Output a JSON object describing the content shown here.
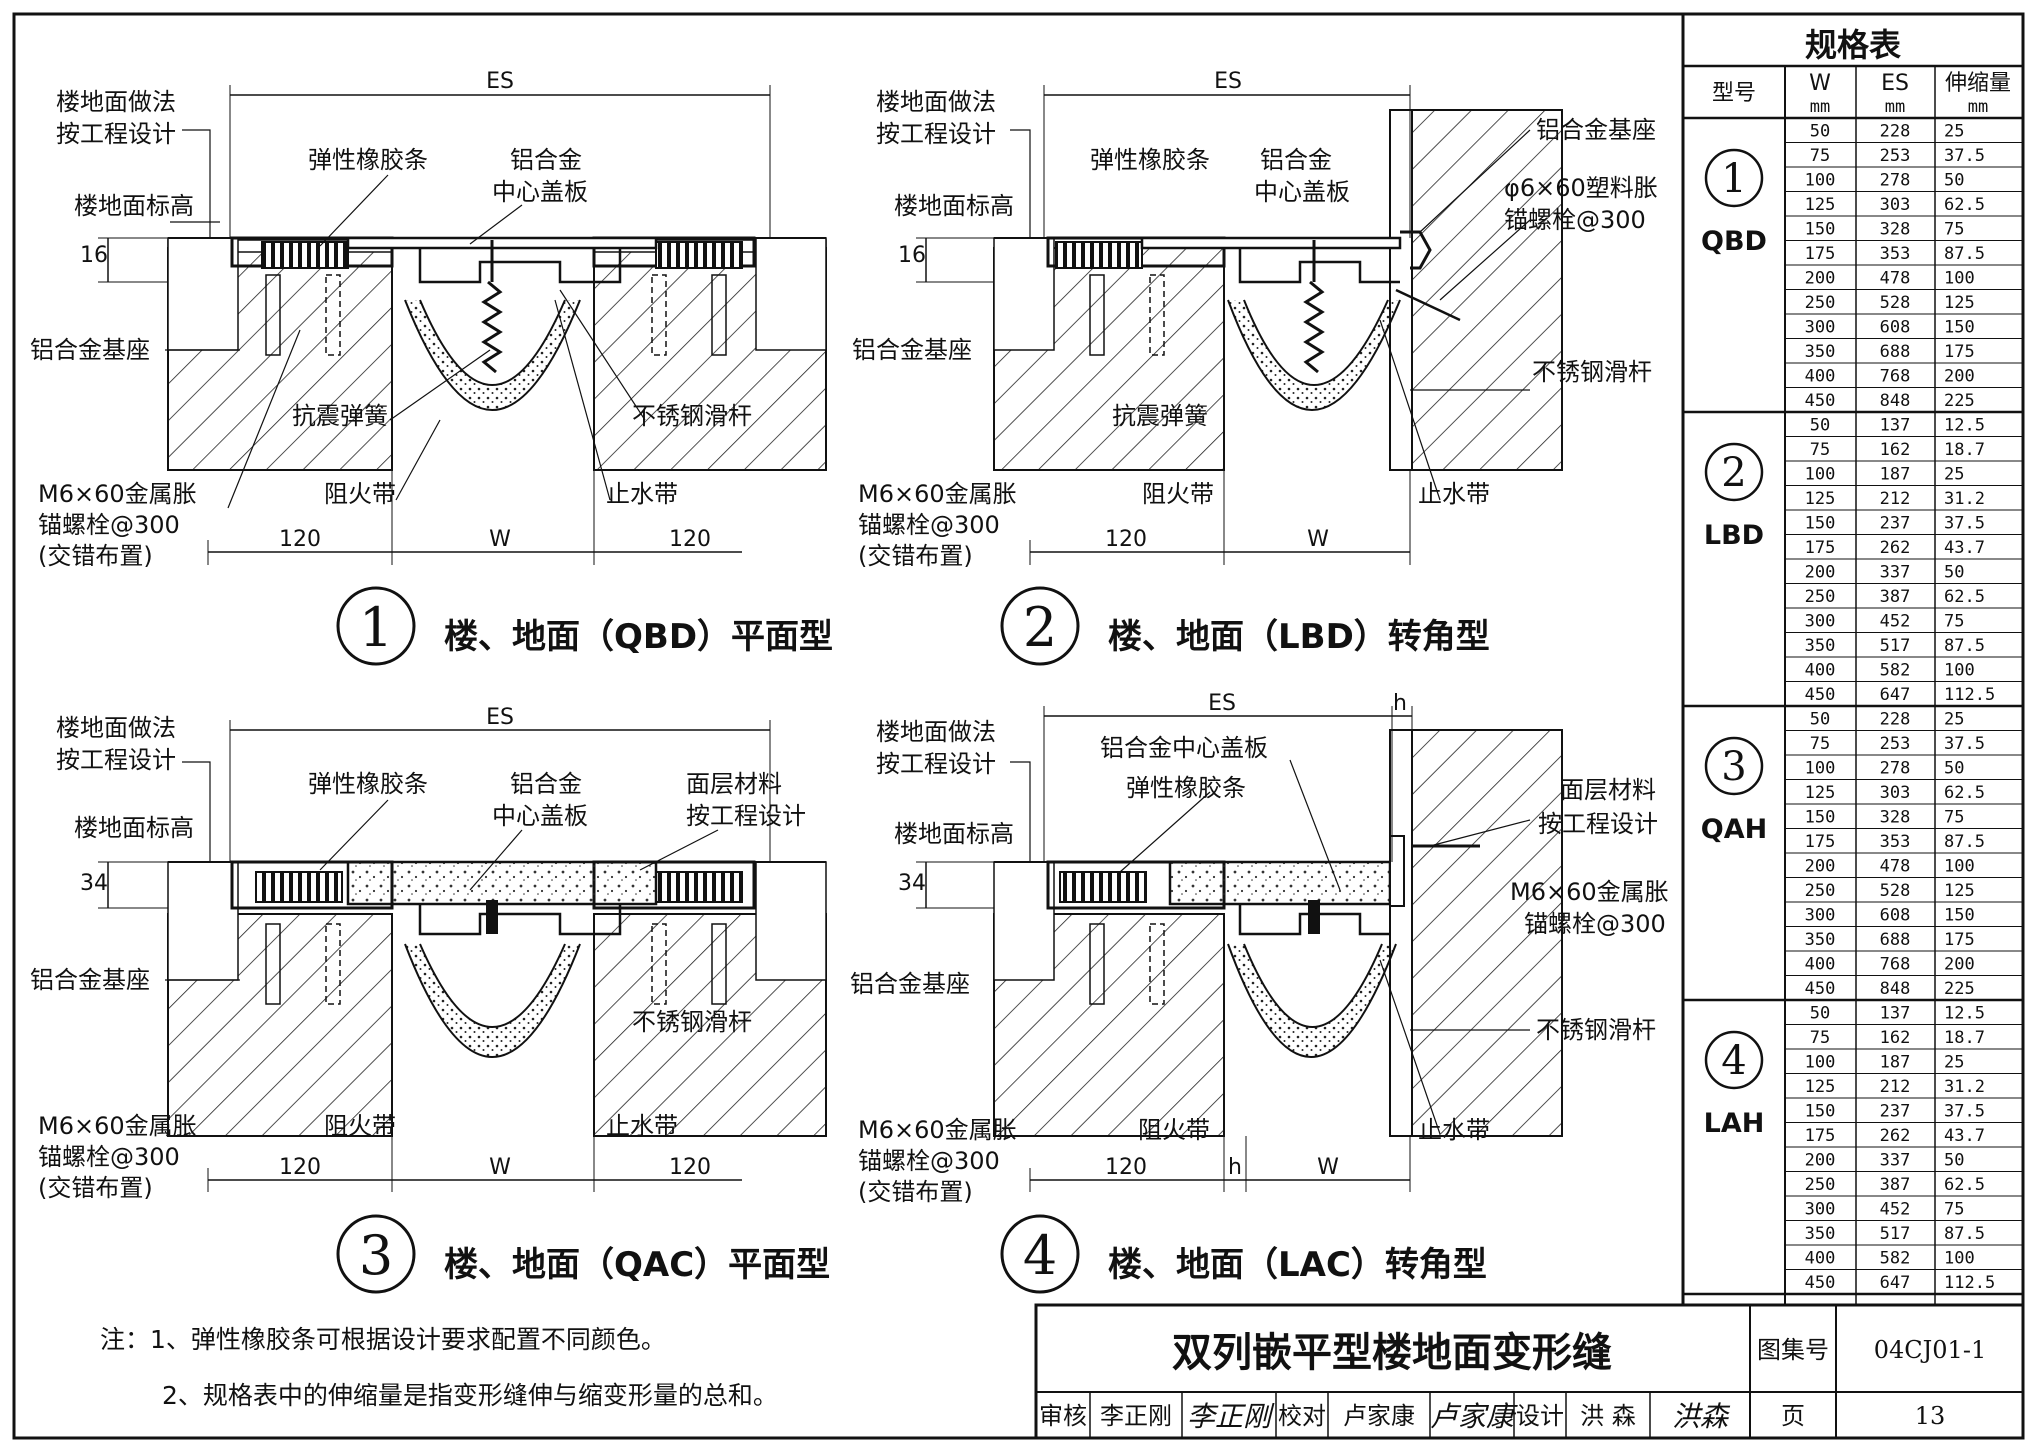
{
  "details": [
    {
      "num": "1",
      "title": "楼、地面（QBD）平面型",
      "labels": {
        "es": "ES",
        "floor_method_1": "楼地面做法",
        "floor_method_2": "按工程设计",
        "elev": "楼地面标高",
        "rubber": "弹性橡胶条",
        "cover_1": "铝合金",
        "cover_2": "中心盖板",
        "dim16": "16",
        "base": "铝合金基座",
        "spring": "抗震弹簧",
        "rod": "不锈钢滑杆",
        "bolt_1": "M6×60金属胀",
        "bolt_2": "锚螺栓@300",
        "bolt_3": "(交错布置)",
        "fire": "阻火带",
        "water": "止水带",
        "d120a": "120",
        "dw": "W",
        "d120b": "120"
      }
    },
    {
      "num": "2",
      "title": "楼、地面（LBD）转角型",
      "labels": {
        "es": "ES",
        "floor_method_1": "楼地面做法",
        "floor_method_2": "按工程设计",
        "elev": "楼地面标高",
        "rubber": "弹性橡胶条",
        "cover_1": "铝合金",
        "cover_2": "中心盖板",
        "dim16": "16",
        "base": "铝合金基座",
        "spring": "抗震弹簧",
        "wall_base": "铝合金基座",
        "anchor_1": "φ6×60塑料胀",
        "anchor_2": "锚螺栓@300",
        "rod": "不锈钢滑杆",
        "bolt_1": "M6×60金属胀",
        "bolt_2": "锚螺栓@300",
        "bolt_3": "(交错布置)",
        "fire": "阻火带",
        "water": "止水带",
        "d120a": "120",
        "dw": "W"
      }
    },
    {
      "num": "3",
      "title": "楼、地面（QAC）平面型",
      "labels": {
        "es": "ES",
        "floor_method_1": "楼地面做法",
        "floor_method_2": "按工程设计",
        "elev": "楼地面标高",
        "rubber": "弹性橡胶条",
        "cover_1": "铝合金",
        "cover_2": "中心盖板",
        "surface_1": "面层材料",
        "surface_2": "按工程设计",
        "dim34": "34",
        "base": "铝合金基座",
        "rod": "不锈钢滑杆",
        "bolt_1": "M6×60金属胀",
        "bolt_2": "锚螺栓@300",
        "bolt_3": "(交错布置)",
        "fire": "阻火带",
        "water": "止水带",
        "d120a": "120",
        "dw": "W",
        "d120b": "120"
      }
    },
    {
      "num": "4",
      "title": "楼、地面（LAC）转角型",
      "labels": {
        "es": "ES",
        "h_top": "h",
        "floor_method_1": "楼地面做法",
        "floor_method_2": "按工程设计",
        "cover": "铝合金中心盖板",
        "rubber": "弹性橡胶条",
        "surface_1": "面层材料",
        "surface_2": "按工程设计",
        "elev": "楼地面标高",
        "dim34": "34",
        "bolt_wall_1": "M6×60金属胀",
        "bolt_wall_2": "锚螺栓@300",
        "base": "铝合金基座",
        "rod": "不锈钢滑杆",
        "bolt_1": "M6×60金属胀",
        "bolt_2": "锚螺栓@300",
        "bolt_3": "(交错布置)",
        "fire": "阻火带",
        "water": "止水带",
        "d120a": "120",
        "dh": "h",
        "dw": "W"
      }
    }
  ],
  "spec_table": {
    "title": "规格表",
    "col_type": "型号",
    "col_w": "W",
    "col_es": "ES",
    "col_exp": "伸缩量",
    "unit": "mm",
    "groups": [
      {
        "num": "1",
        "name": "QBD",
        "rows": [
          [
            "50",
            "228",
            "25"
          ],
          [
            "75",
            "253",
            "37.5"
          ],
          [
            "100",
            "278",
            "50"
          ],
          [
            "125",
            "303",
            "62.5"
          ],
          [
            "150",
            "328",
            "75"
          ],
          [
            "175",
            "353",
            "87.5"
          ],
          [
            "200",
            "478",
            "100"
          ],
          [
            "250",
            "528",
            "125"
          ],
          [
            "300",
            "608",
            "150"
          ],
          [
            "350",
            "688",
            "175"
          ],
          [
            "400",
            "768",
            "200"
          ],
          [
            "450",
            "848",
            "225"
          ]
        ]
      },
      {
        "num": "2",
        "name": "LBD",
        "rows": [
          [
            "50",
            "137",
            "12.5"
          ],
          [
            "75",
            "162",
            "18.7"
          ],
          [
            "100",
            "187",
            "25"
          ],
          [
            "125",
            "212",
            "31.2"
          ],
          [
            "150",
            "237",
            "37.5"
          ],
          [
            "175",
            "262",
            "43.7"
          ],
          [
            "200",
            "337",
            "50"
          ],
          [
            "250",
            "387",
            "62.5"
          ],
          [
            "300",
            "452",
            "75"
          ],
          [
            "350",
            "517",
            "87.5"
          ],
          [
            "400",
            "582",
            "100"
          ],
          [
            "450",
            "647",
            "112.5"
          ]
        ]
      },
      {
        "num": "3",
        "name": "QAH",
        "rows": [
          [
            "50",
            "228",
            "25"
          ],
          [
            "75",
            "253",
            "37.5"
          ],
          [
            "100",
            "278",
            "50"
          ],
          [
            "125",
            "303",
            "62.5"
          ],
          [
            "150",
            "328",
            "75"
          ],
          [
            "175",
            "353",
            "87.5"
          ],
          [
            "200",
            "478",
            "100"
          ],
          [
            "250",
            "528",
            "125"
          ],
          [
            "300",
            "608",
            "150"
          ],
          [
            "350",
            "688",
            "175"
          ],
          [
            "400",
            "768",
            "200"
          ],
          [
            "450",
            "848",
            "225"
          ]
        ]
      },
      {
        "num": "4",
        "name": "LAH",
        "rows": [
          [
            "50",
            "137",
            "12.5"
          ],
          [
            "75",
            "162",
            "18.7"
          ],
          [
            "100",
            "187",
            "25"
          ],
          [
            "125",
            "212",
            "31.2"
          ],
          [
            "150",
            "237",
            "37.5"
          ],
          [
            "175",
            "262",
            "43.7"
          ],
          [
            "200",
            "337",
            "50"
          ],
          [
            "250",
            "387",
            "62.5"
          ],
          [
            "300",
            "452",
            "75"
          ],
          [
            "350",
            "517",
            "87.5"
          ],
          [
            "400",
            "582",
            "100"
          ],
          [
            "450",
            "647",
            "112.5"
          ]
        ]
      }
    ]
  },
  "notes": {
    "line1": "注：1、弹性橡胶条可根据设计要求配置不同颜色。",
    "line2": "2、规格表中的伸缩量是指变形缝伸与缩变形量的总和。"
  },
  "title_block": {
    "title": "双列嵌平型楼地面变形缝",
    "atlas_label": "图集号",
    "atlas_no": "04CJ01-1",
    "page_label": "页",
    "page_no": "13",
    "review_label": "审核",
    "reviewer": "李正刚",
    "reviewer_sig": "李正刚",
    "check_label": "校对",
    "checker": "卢家康",
    "checker_sig": "卢家康",
    "design_label": "设计",
    "designer": "洪  森",
    "designer_sig": "洪森"
  }
}
